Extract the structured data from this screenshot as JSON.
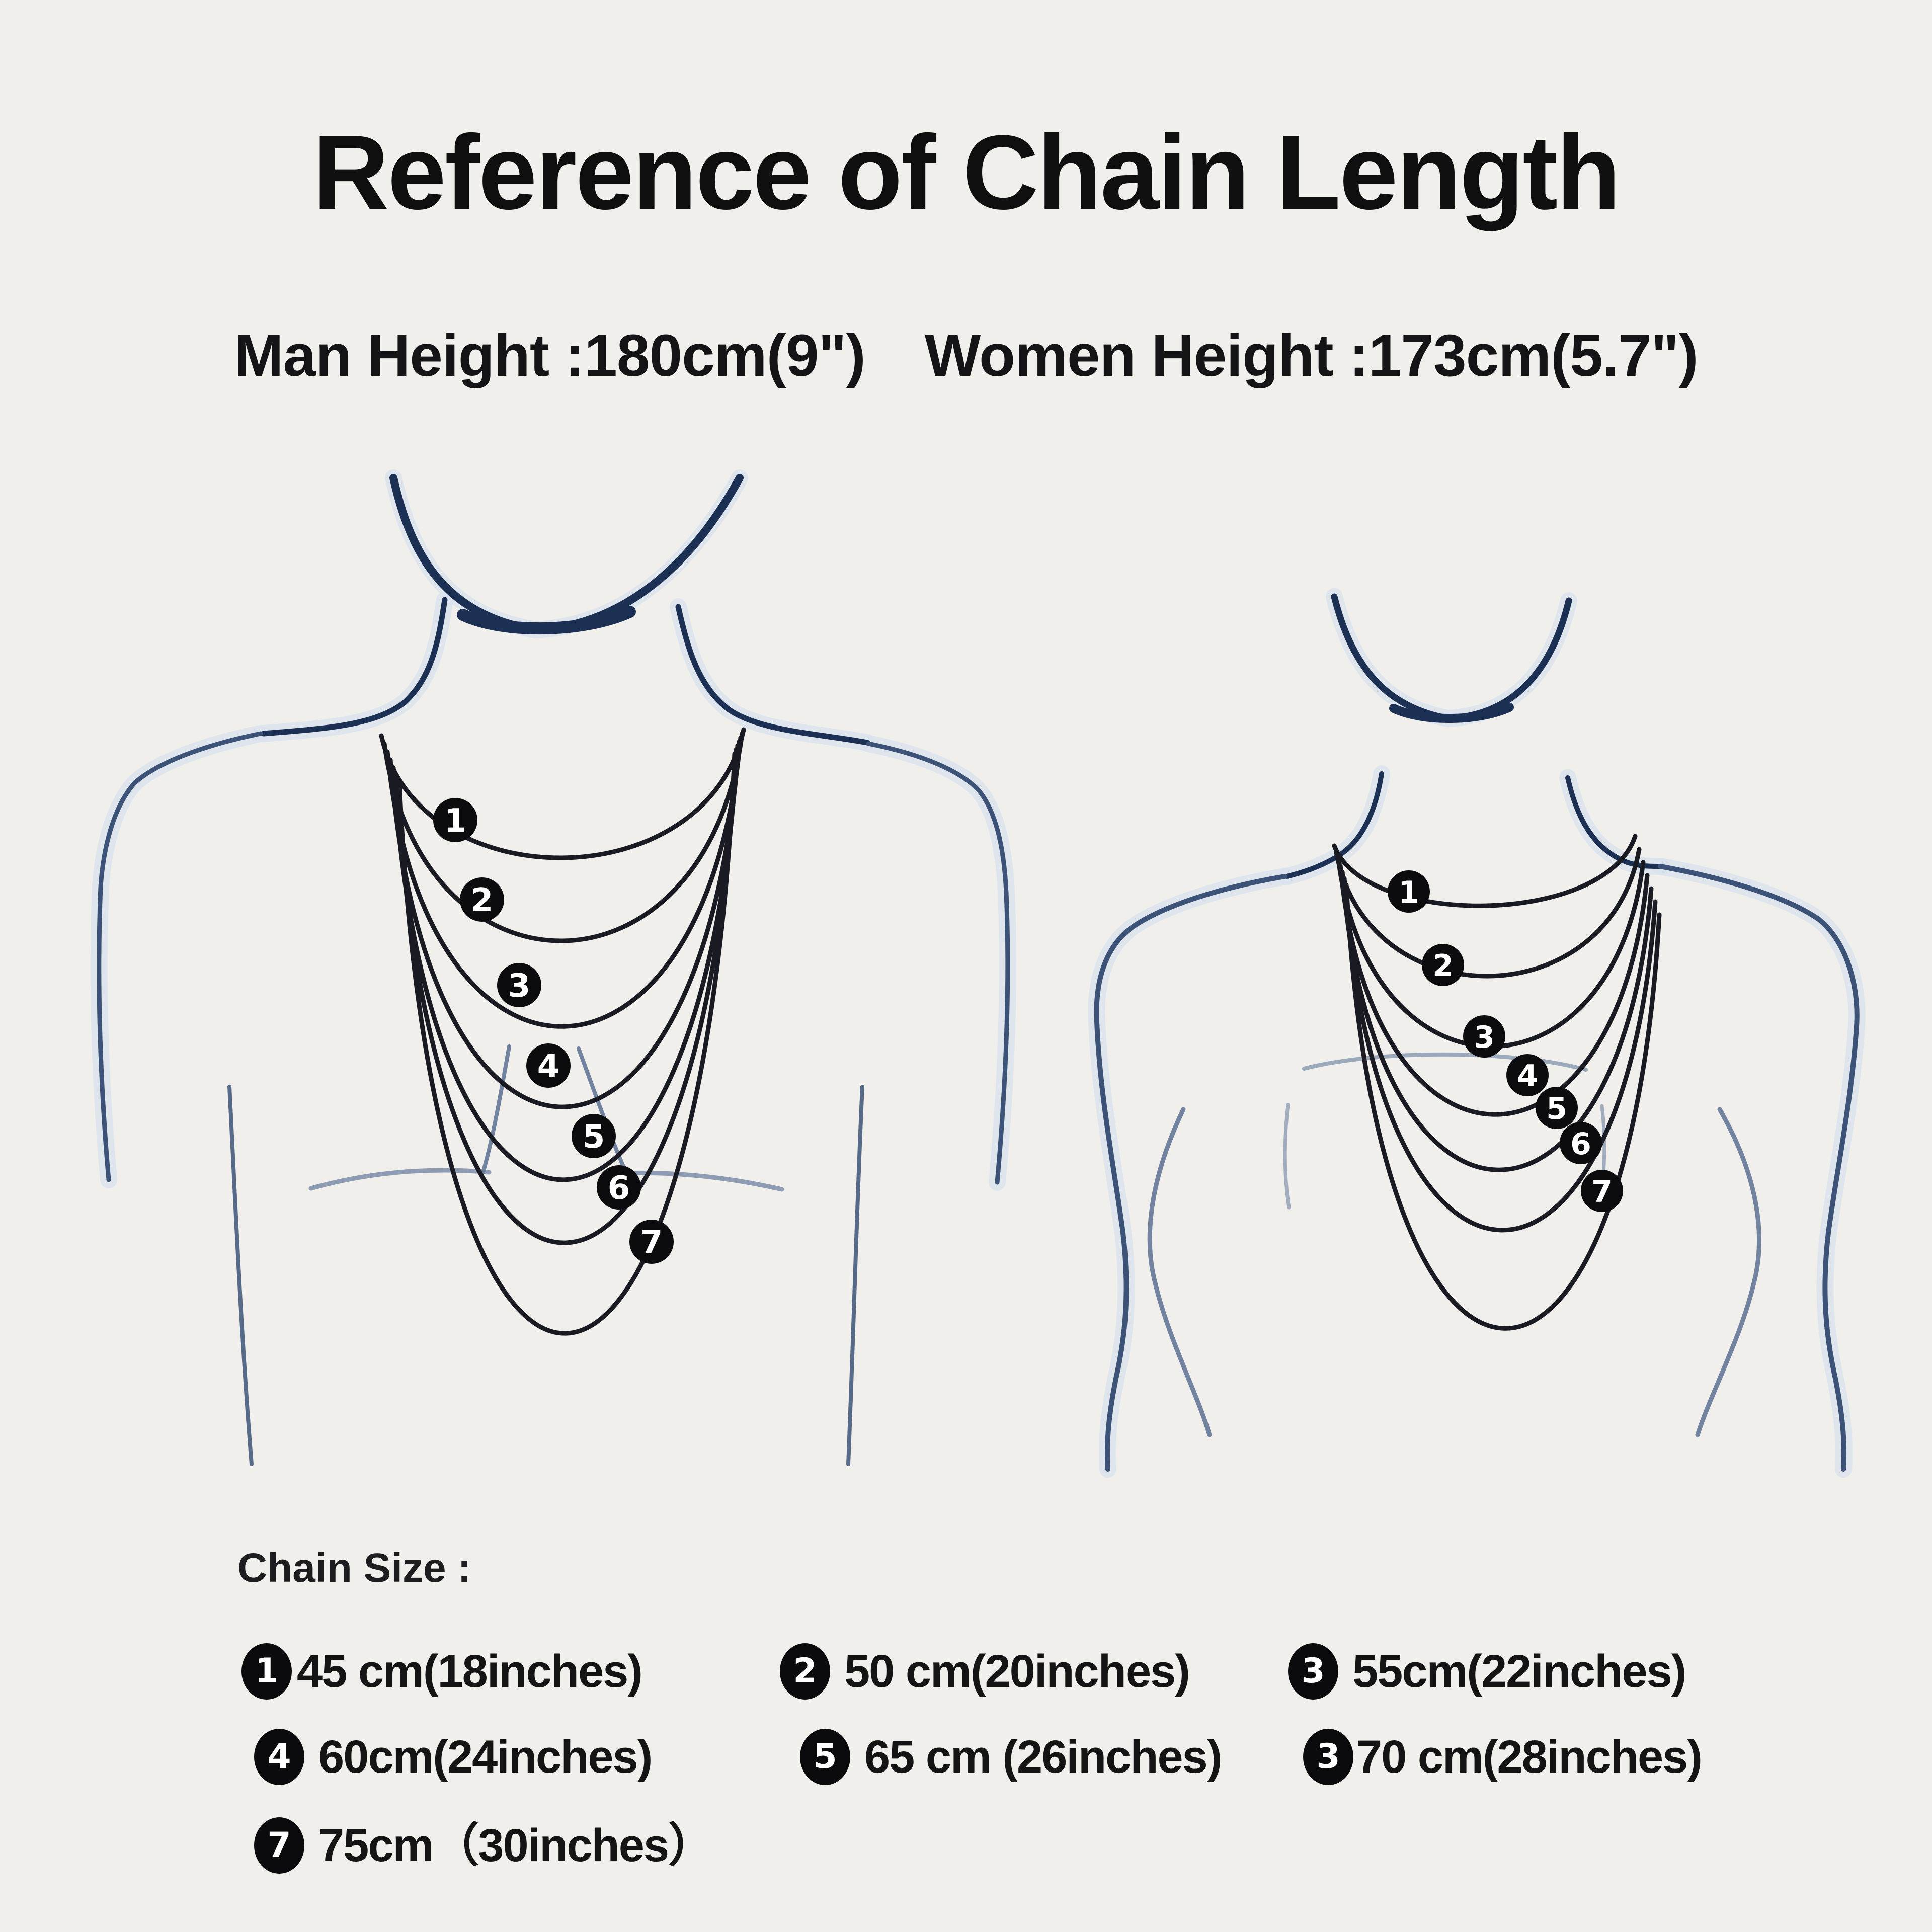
{
  "title": "Reference of Chain Length",
  "subtitle": {
    "man": "Man Height :180cm(9\")",
    "women": "Women Height :173cm(5.7\")"
  },
  "figures": {
    "man": {
      "badges": [
        "1",
        "2",
        "3",
        "4",
        "5",
        "6",
        "7"
      ]
    },
    "woman": {
      "badges": [
        "1",
        "2",
        "3",
        "4",
        "5",
        "6",
        "7"
      ]
    }
  },
  "legend": {
    "heading": "Chain Size :",
    "rows": [
      [
        {
          "badge": "1",
          "label": "45 cm(18inches)"
        },
        {
          "badge": "2",
          "label": "50 cm(20inches)"
        },
        {
          "badge": "3",
          "label": "55cm(22inches)"
        }
      ],
      [
        {
          "badge": "4",
          "label": "60cm(24inches)"
        },
        {
          "badge": "5",
          "label": "65 cm (26inches)"
        },
        {
          "badge": "3",
          "label": "70 cm(28inches)"
        }
      ],
      [
        {
          "badge": "7",
          "label": "75cm（30inches）"
        }
      ]
    ]
  },
  "colors": {
    "background": "#f0efec",
    "outline_navy": "#1c3054",
    "outline_blue": "#3c5377",
    "chain_black": "#191a22",
    "badge_black": "#0c0c0f",
    "badge_text": "#ffffff",
    "text_black": "#111111"
  }
}
